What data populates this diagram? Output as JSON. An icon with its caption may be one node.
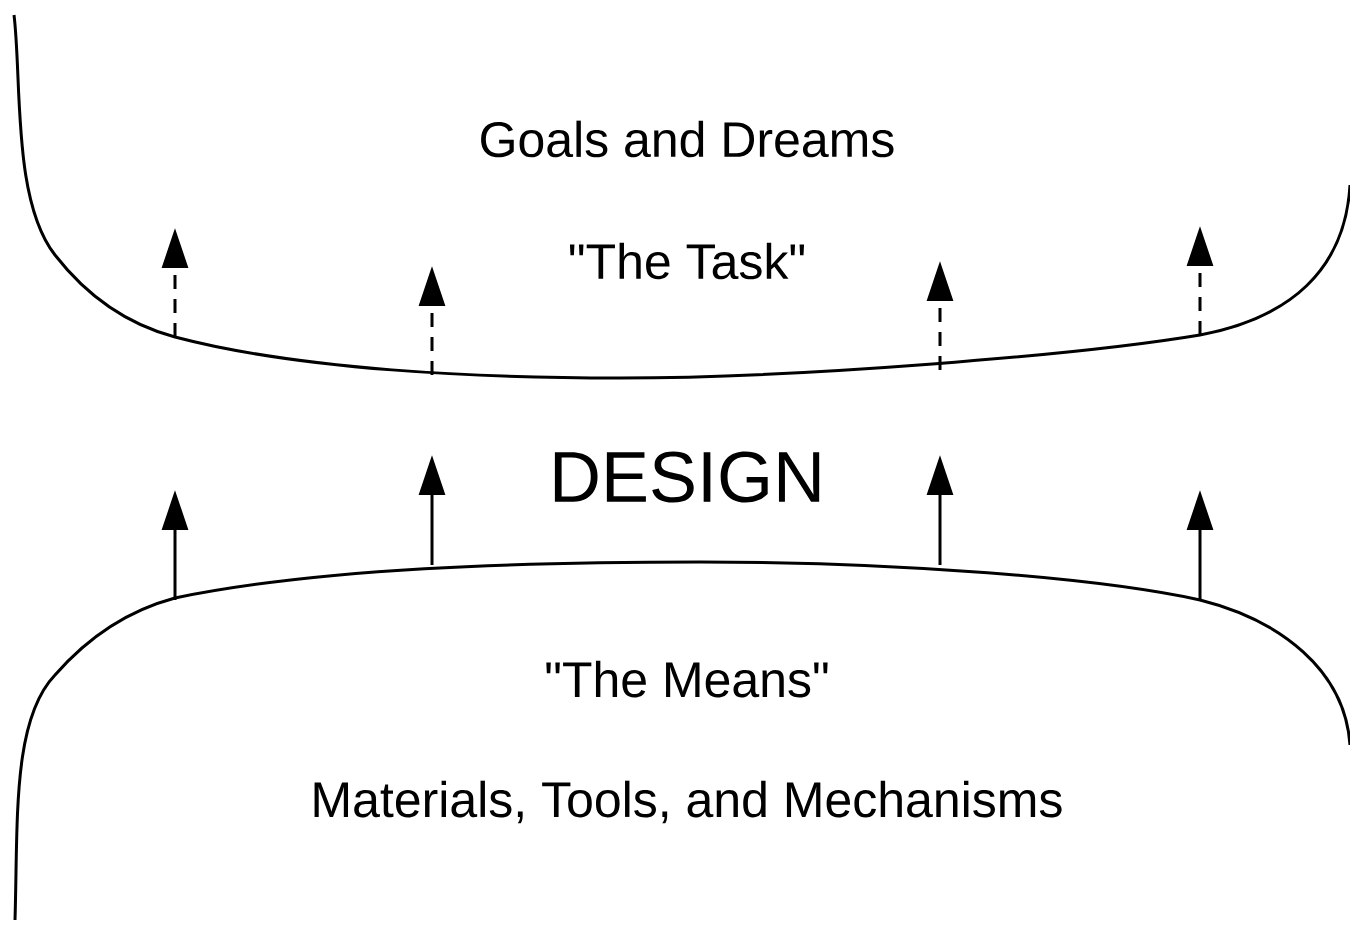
{
  "diagram": {
    "nodes": [
      {
        "text": [
          "Goals and Dreams",
          "\"The Task\""
        ]
      },
      {
        "text": [
          "\"The Means\"",
          "Materials, Tools, and Mechanisms"
        ]
      }
    ],
    "edges": [
      {
        "from": 0,
        "to": null,
        "arrow": "to",
        "style": "dashed"
      },
      {
        "from": 0,
        "to": null,
        "arrow": "to",
        "style": "dashed"
      },
      {
        "from": 0,
        "to": null,
        "arrow": "to",
        "style": "dashed"
      },
      {
        "from": 0,
        "to": null,
        "arrow": "to",
        "style": "dashed"
      },
      {
        "from": 1,
        "to": null,
        "arrow": "to"
      },
      {
        "from": 1,
        "to": null,
        "arrow": "to"
      },
      {
        "from": 1,
        "to": null,
        "arrow": "to"
      },
      {
        "from": 1,
        "to": null,
        "arrow": "to"
      }
    ],
    "labels": [
      "DESIGN"
    ]
  }
}
